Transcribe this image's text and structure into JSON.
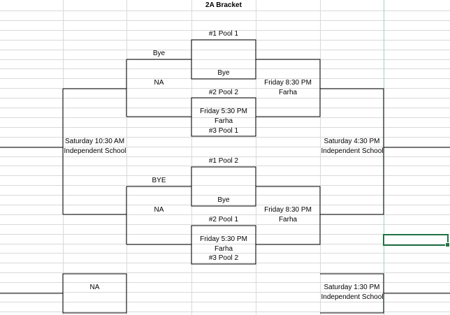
{
  "sheet": {
    "title": "2A Bracket"
  },
  "bracket_top": {
    "seed_a": "#1 Pool 1",
    "bye_label": "Bye",
    "bye_slot": "Bye",
    "na_label": "NA",
    "seed_b": "#2 Pool 2",
    "game1_time": "Friday 5:30 PM",
    "game1_site": "Farha",
    "seed_c": "#3 Pool 1",
    "semi_time": "Friday 8:30 PM",
    "semi_site": "Farha"
  },
  "bracket_bottom": {
    "seed_a": "#1 Pool 2",
    "bye_label": "BYE",
    "bye_slot": "Bye",
    "na_label": "NA",
    "seed_b": "#2 Pool 1",
    "game1_time": "Friday 5:30 PM",
    "game1_site": "Farha",
    "seed_c": "#3 Pool 2",
    "semi_time": "Friday 8:30 PM",
    "semi_site": "Farha"
  },
  "left_final": {
    "time": "Saturday 10:30 AM",
    "site": "Independent School"
  },
  "right_final": {
    "time": "Saturday 4:30 PM",
    "site": "Independent School"
  },
  "consolation_left": {
    "label": "NA"
  },
  "consolation_right": {
    "time": "Saturday 1:30 PM",
    "site": "Independent School"
  }
}
